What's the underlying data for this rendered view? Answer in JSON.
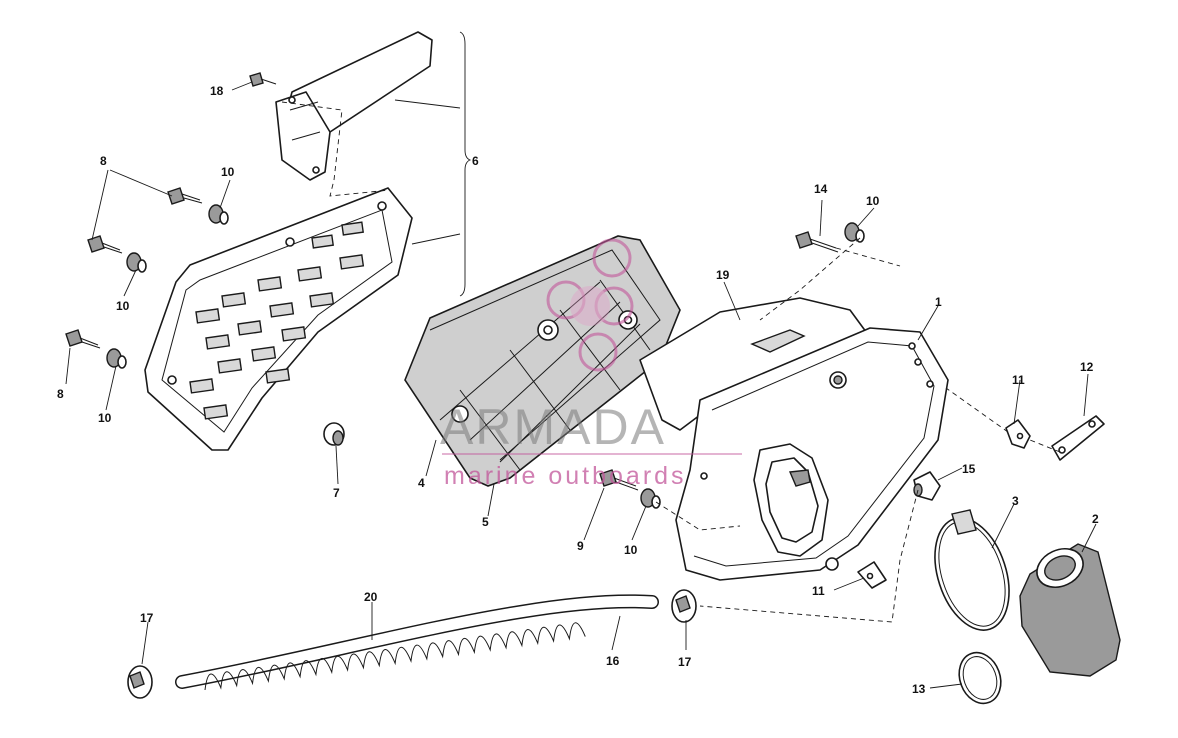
{
  "callouts": [
    "1",
    "2",
    "3",
    "4",
    "5",
    "6",
    "7",
    "8",
    "8",
    "9",
    "10",
    "10",
    "10",
    "10",
    "10",
    "11",
    "11",
    "12",
    "13",
    "14",
    "15",
    "16",
    "17",
    "17",
    "18",
    "19",
    "20"
  ],
  "watermark": {
    "brand": "ARMADA",
    "tagline": "marine outboards",
    "accent_color": "#c2569a"
  },
  "colors": {
    "ink": "#1a1a1a",
    "background": "#ffffff"
  }
}
